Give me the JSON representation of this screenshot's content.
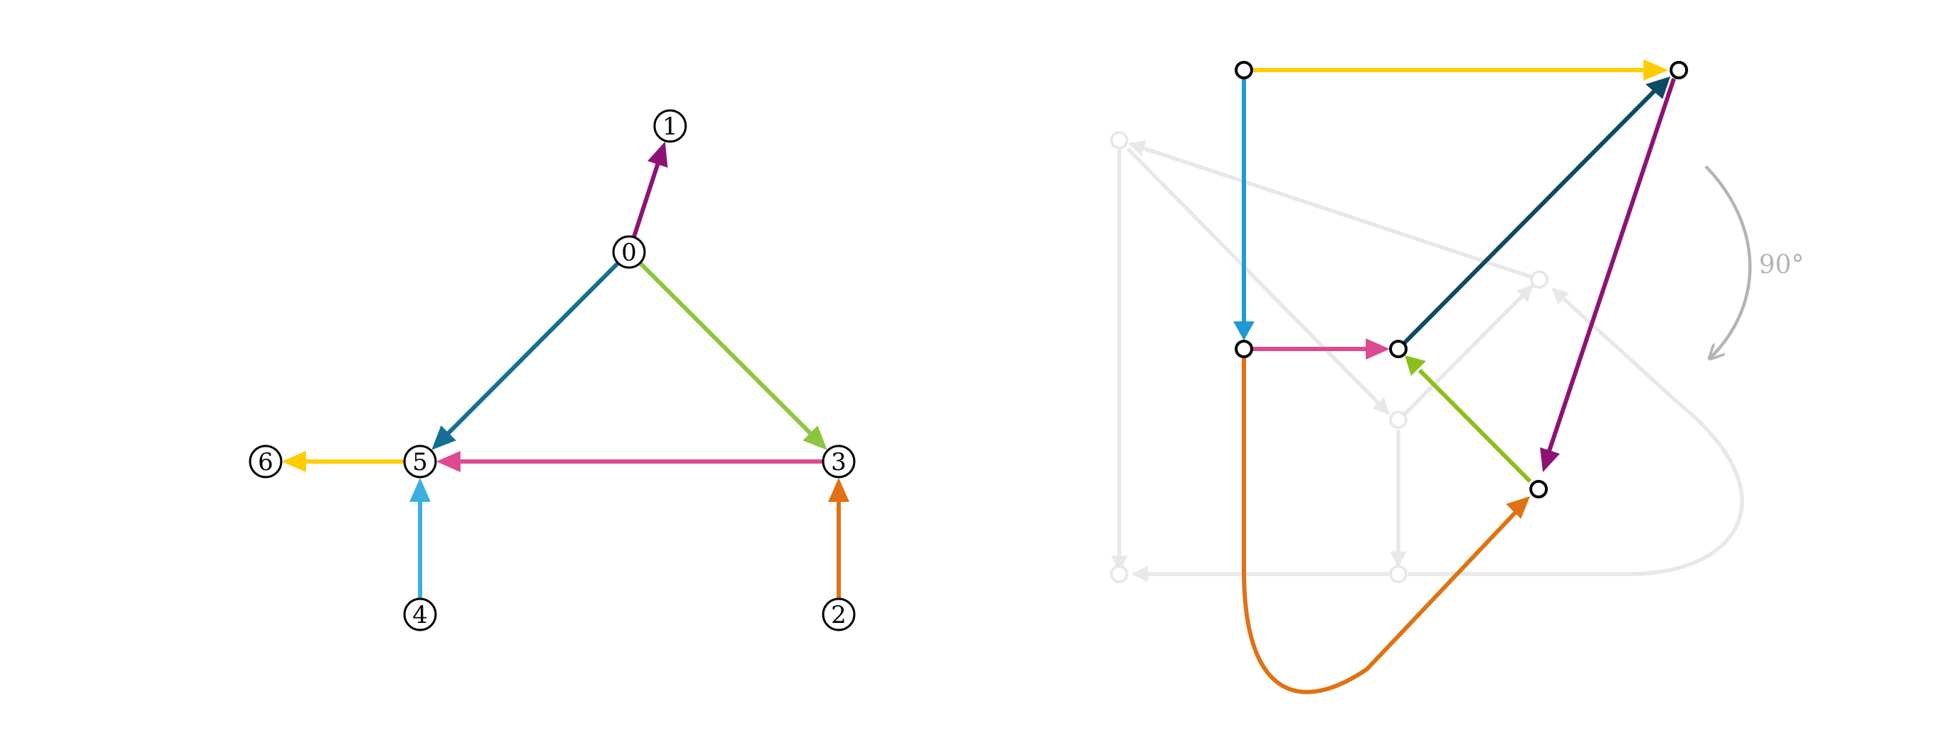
{
  "left_graph": {
    "nodes": [
      {
        "id": "0",
        "label": "0"
      },
      {
        "id": "1",
        "label": "1"
      },
      {
        "id": "2",
        "label": "2"
      },
      {
        "id": "3",
        "label": "3"
      },
      {
        "id": "4",
        "label": "4"
      },
      {
        "id": "5",
        "label": "5"
      },
      {
        "id": "6",
        "label": "6"
      }
    ],
    "edges": [
      {
        "from": "0",
        "to": "1",
        "color": "#8e1275"
      },
      {
        "from": "0",
        "to": "5",
        "color": "#156e96"
      },
      {
        "from": "0",
        "to": "3",
        "color": "#8cc63f"
      },
      {
        "from": "3",
        "to": "5",
        "color": "#dd4a8f"
      },
      {
        "from": "5",
        "to": "6",
        "color": "#ffcc00"
      },
      {
        "from": "4",
        "to": "5",
        "color": "#3daee0"
      },
      {
        "from": "2",
        "to": "3",
        "color": "#e07213"
      }
    ]
  },
  "right_graph": {
    "rotation_label": "90°",
    "edge_colors": {
      "yellow": "#ffcc00",
      "cyan": "#1e9bd7",
      "pink": "#dd4a8f",
      "navy": "#0f4a63",
      "purple": "#8e1275",
      "green": "#8cbf1a",
      "orange": "#e07213",
      "ghost": "#e8e8e8",
      "rotation_arrow": "#b4b4b4"
    }
  }
}
